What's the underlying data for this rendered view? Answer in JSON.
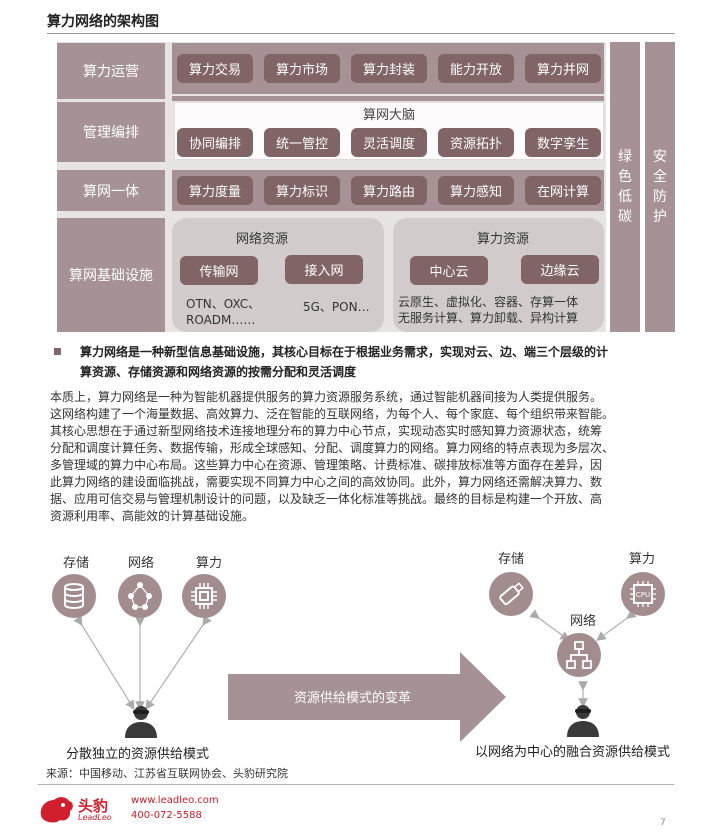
{
  "title": "算力网络的架构图",
  "arch": {
    "rows": [
      {
        "label": "算力运营",
        "chips": [
          "算力交易",
          "算力市场",
          "算力封装",
          "能力开放",
          "算力并网"
        ]
      },
      {
        "label": "管理编排",
        "header": "算网大脑",
        "chips": [
          "协同编排",
          "统一管控",
          "灵活调度",
          "资源拓扑",
          "数字孪生"
        ]
      },
      {
        "label": "算网一体",
        "chips": [
          "算力度量",
          "算力标识",
          "算力路由",
          "算力感知",
          "在网计算"
        ]
      },
      {
        "label": "算网基础设施"
      }
    ],
    "network": {
      "title": "网络资源",
      "chips": [
        "传输网",
        "接入网"
      ],
      "details": [
        "OTN、OXC、",
        "ROADM……",
        "5G、PON…"
      ]
    },
    "compute": {
      "title": "算力资源",
      "chips": [
        "中心云",
        "边缘云"
      ],
      "details": [
        "云原生、虚拟化、容器、存算一体",
        "无服务计算、算力卸载、异构计算"
      ]
    },
    "side_bars": [
      [
        "绿",
        "色",
        "低",
        "碳"
      ],
      [
        "安",
        "全",
        "防",
        "护"
      ]
    ]
  },
  "bullet": {
    "lines": [
      "算力网络是一种新型信息基础设施，其核心目标在于根据业务需求，实现对云、边、端三个层级的计",
      "算资源、存储资源和网络资源的按需分配和灵活调度"
    ]
  },
  "paragraph": {
    "lines": [
      "本质上，算力网络是一种为智能机器提供服务的算力资源服务系统，通过智能机器间接为人类提供服务。",
      "这网络构建了一个海量数据、高效算力、泛在智能的互联网络，为每个人、每个家庭、每个组织带来智能。",
      "其核心思想在于通过新型网络技术连接地理分布的算力中心节点，实现动态实时感知算力资源状态，统筹",
      "分配和调度计算任务、数据传输，形成全球感知、分配、调度算力的网络。算力网络的特点表现为多层次、",
      "多管理域的算力中心布局。这些算力中心在资源、管理策略、计费标准、碳排放标准等方面存在差异，因",
      "此算力网络的建设面临挑战，需要实现不同算力中心之间的高效协同。此外，算力网络还需解决算力、数",
      "据、应用可信交易与管理机制设计的问题，以及缺乏一体化标准等挑战。最终的目标是构建一个开放、高",
      "资源利用率、高能效的计算基础设施。"
    ]
  },
  "diagram": {
    "left": {
      "labels": [
        "存储",
        "网络",
        "算力"
      ],
      "icons": [
        "database-icon",
        "people-network-icon",
        "chip-icon"
      ],
      "caption": "分散独立的资源供给模式"
    },
    "arrow_label": "资源供给模式的变革",
    "right": {
      "labels": [
        "存储",
        "算力",
        "网络"
      ],
      "icons": [
        "usb-drive-icon",
        "cpu-icon",
        "network-nodes-icon"
      ],
      "chip_text": "CPU",
      "caption": "以网络为中心的融合资源供给模式"
    }
  },
  "source": "来源：中国移动、江苏省互联网协会、头豹研究院",
  "footer": {
    "brand": "头豹",
    "brand_sub": "LeadLeo",
    "website": "www.leadleo.com",
    "phone": "400-072-5588",
    "page": "7"
  },
  "colors": {
    "mauve": "#a69294",
    "dark_mauve": "#806466",
    "panel": "#d2cbcc",
    "brand_red": "#d11f2e"
  }
}
